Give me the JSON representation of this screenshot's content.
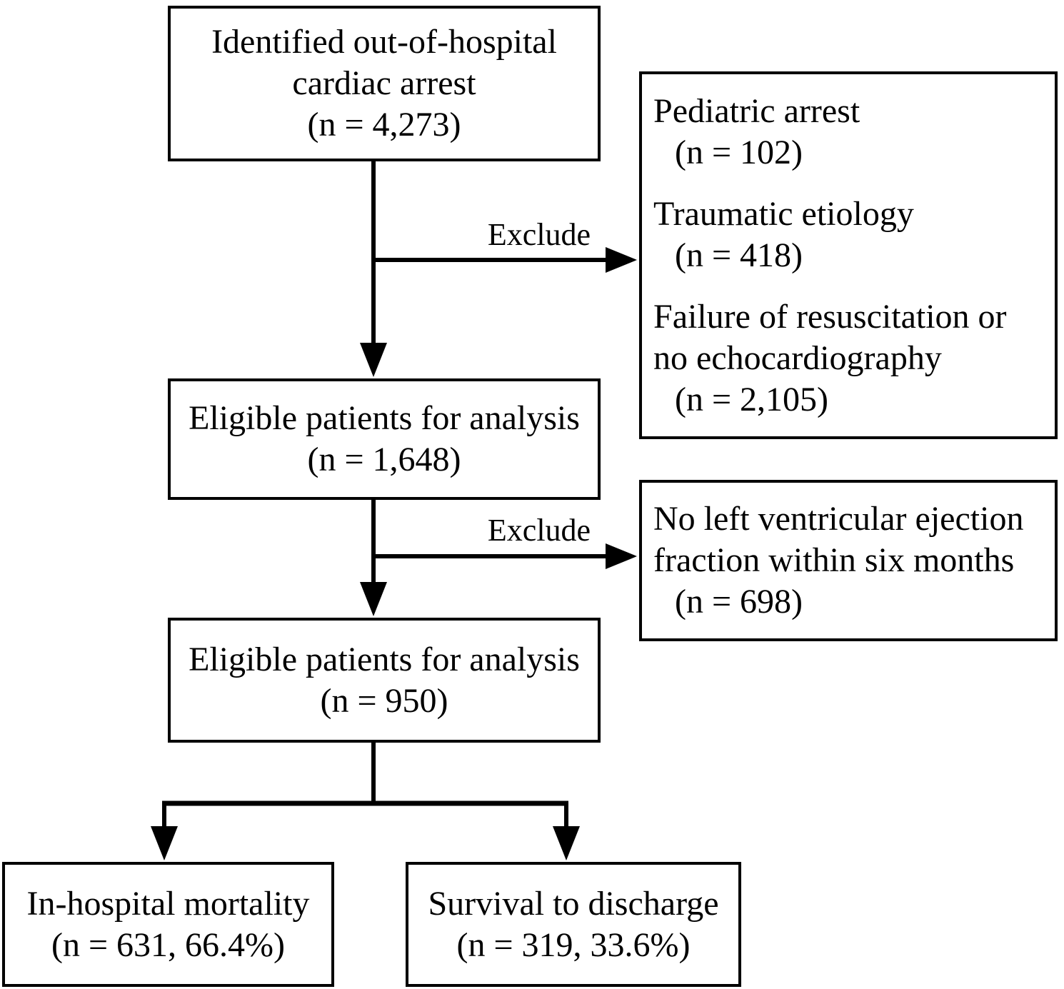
{
  "flowchart": {
    "boxes": {
      "identified": {
        "lines": [
          "Identified out-of-hospital",
          "cardiac arrest",
          "(n = 4,273)"
        ]
      },
      "exclusions_1": {
        "items": [
          {
            "lines": [
              "Pediatric arrest",
              "(n = 102)"
            ]
          },
          {
            "lines": [
              "Traumatic etiology",
              "(n = 418)"
            ]
          },
          {
            "lines": [
              "Failure of resuscitation or",
              "no echocardiography",
              "(n = 2,105)"
            ]
          }
        ]
      },
      "eligible_1": {
        "lines": [
          "Eligible patients for analysis",
          "(n = 1,648)"
        ]
      },
      "exclusions_2": {
        "lines": [
          "No left ventricular ejection",
          "fraction within six months",
          "(n = 698)"
        ]
      },
      "eligible_2": {
        "lines": [
          "Eligible patients for analysis",
          "(n = 950)"
        ]
      },
      "mortality": {
        "lines": [
          "In-hospital mortality",
          "(n = 631, 66.4%)"
        ]
      },
      "survival": {
        "lines": [
          "Survival to discharge",
          "(n = 319, 33.6%)"
        ]
      }
    },
    "arrow_labels": {
      "exclude_1": "Exclude",
      "exclude_2": "Exclude"
    },
    "colors": {
      "line": "#000000",
      "box_border": "#000000",
      "text": "#000000",
      "background": "#ffffff"
    }
  }
}
